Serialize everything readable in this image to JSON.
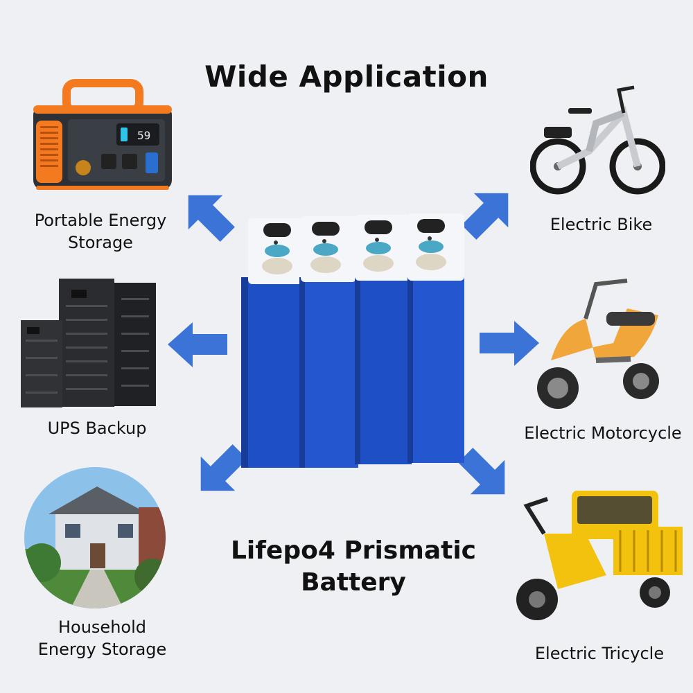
{
  "title": "Wide Application",
  "center_title": "Lifepo4 Prismatic Battery",
  "applications": {
    "portable": "Portable Energy Storage",
    "ups": "UPS Backup",
    "household": "Household Energy Storage",
    "ebike": "Electric Bike",
    "motorcycle": "Electric Motorcycle",
    "tricycle": "Electric Tricycle"
  },
  "device_display_text": "59",
  "colors": {
    "arrow": "#3b73d6",
    "battery": "#1f4fc4",
    "background": "#eef0f3",
    "orange": "#f47a20",
    "yellow": "#f2c20e"
  }
}
